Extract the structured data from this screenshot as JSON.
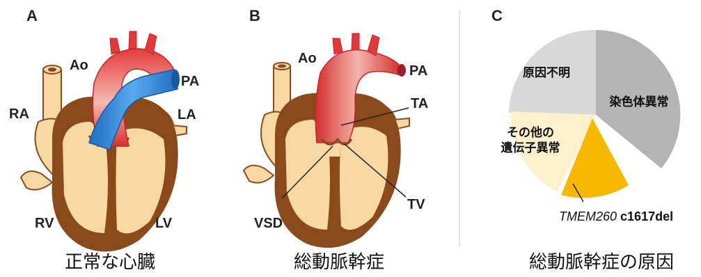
{
  "panels": {
    "a": {
      "letter": "A",
      "caption": "正常な心臓",
      "labels": {
        "ao": "Ao",
        "pa": "PA",
        "ra": "RA",
        "la": "LA",
        "rv": "RV",
        "lv": "LV"
      }
    },
    "b": {
      "letter": "B",
      "caption": "総動脈幹症",
      "labels": {
        "ao": "Ao",
        "pa": "PA",
        "ta": "TA",
        "vsd": "VSD",
        "tv": "TV"
      }
    },
    "c": {
      "letter": "C",
      "caption": "総動脈幹症の原因",
      "pie": {
        "chromosome": "染色体異常",
        "unknown": "原因不明",
        "other_line1": "その他の",
        "other_line2": "遺伝子異常",
        "gene": "TMEM260",
        "variant": " c1617del"
      }
    }
  },
  "colors": {
    "heart_tissue": "#f6d8a4",
    "heart_wall": "#8a4a1c",
    "aorta": "#dc3a3a",
    "pulmonary": "#2a7fd4",
    "pie_chromosome": "#b4b4b4",
    "pie_unknown": "#d8d8d8",
    "pie_other": "#fdf0cc",
    "pie_tmem260": "#f9b800"
  }
}
